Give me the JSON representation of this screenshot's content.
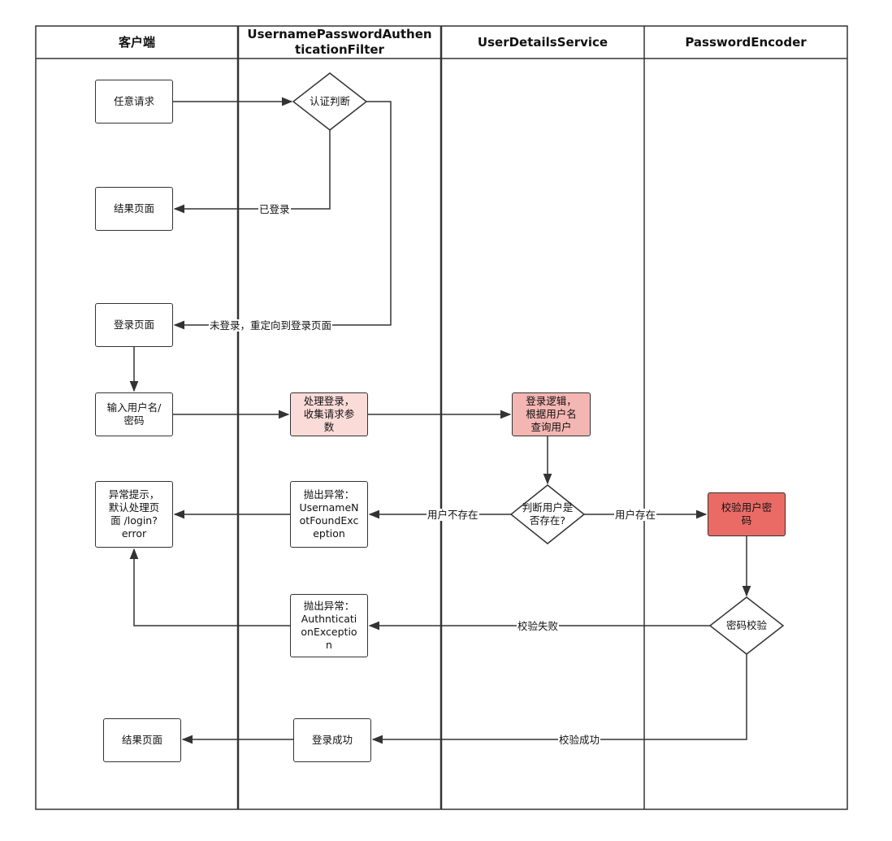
{
  "lanes": [
    "客户端",
    "UsernamePasswordAuthenticationFilter",
    "UserDetailsService",
    "PasswordEncoder"
  ],
  "nodes": {
    "any_request": "任意请求",
    "auth_check": "认证判断",
    "result_page_1": "结果页面",
    "login_page": "登录页面",
    "input_credentials": "输入用户名/\n密码",
    "process_login": "处理登录，\n收集请求参\n数",
    "login_logic": "登录逻辑，\n根据用户名\n查询用户",
    "user_exists_check": "判断用户是\n否存在?",
    "verify_password": "校验用户密\n码",
    "error_prompt": "异常提示，\n默认处理页\n面 /login?\nerror",
    "throw_user_not_found": "抛出异常：\nUsernameN\notFoundExc\neption",
    "password_check": "密码校验",
    "throw_auth_exception": "抛出异常：\nAuthnticati\nonExceptio\nn",
    "result_page_2": "结果页面",
    "login_success": "登录成功"
  },
  "edge_labels": {
    "logged_in": "已登录",
    "not_logged_in": "未登录，重定向到登录页面",
    "user_not_exist": "用户不存在",
    "user_exists": "用户存在",
    "verify_failed": "校验失败",
    "verify_success": "校验成功"
  },
  "colors": {
    "line": "#333333",
    "process_login_fill": "#fadbd8",
    "login_logic_fill": "#f4b6b3",
    "verify_password_fill": "#ea6b66"
  }
}
